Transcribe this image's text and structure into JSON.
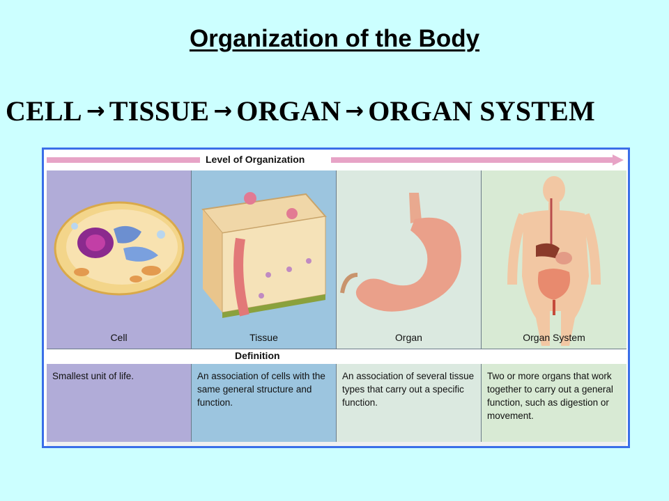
{
  "title": "Organization of the Body",
  "sequence": [
    "CELL",
    "TISSUE",
    "ORGAN",
    "ORGAN SYSTEM"
  ],
  "arrow_glyph": "→",
  "figure": {
    "level_banner": "Level of Organization",
    "definition_banner": "Definition",
    "levels": [
      {
        "name": "Cell",
        "definition": "Smallest unit of life."
      },
      {
        "name": "Tissue",
        "definition": "An association of cells with the same general structure and function."
      },
      {
        "name": "Organ",
        "definition": "An association of several tissue types that carry out a specific function."
      },
      {
        "name": "Organ System",
        "definition": "Two or more organs that work together to carry out a general function, such as digestion or movement."
      }
    ]
  },
  "colors": {
    "background": "#ccffff",
    "frame": "#3a6ee8",
    "banner_arrow": "#e7a3c6",
    "cell_column": "#b1acd8",
    "tissue_column": "#9cc5df",
    "organ_column": "#dbe9e0",
    "organ_system_column": "#d8ead4"
  }
}
